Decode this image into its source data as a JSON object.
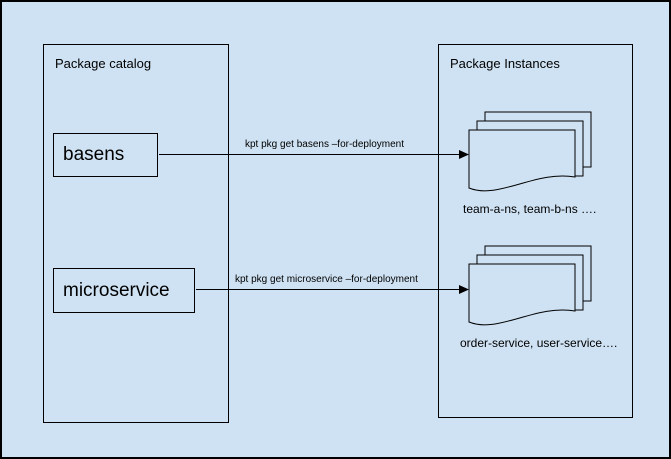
{
  "colors": {
    "background": "#cfe2f3",
    "stroke": "#000000"
  },
  "catalog": {
    "title": "Package catalog",
    "packages": [
      {
        "label": "basens"
      },
      {
        "label": "microservice"
      }
    ]
  },
  "instances": {
    "title": "Package Instances",
    "groups": [
      {
        "caption": "team-a-ns, team-b-ns …."
      },
      {
        "caption": "order-service, user-service…."
      }
    ]
  },
  "arrows": [
    {
      "label": "kpt pkg get basens –for-deployment"
    },
    {
      "label": "kpt pkg get microservice –for-deployment"
    }
  ]
}
